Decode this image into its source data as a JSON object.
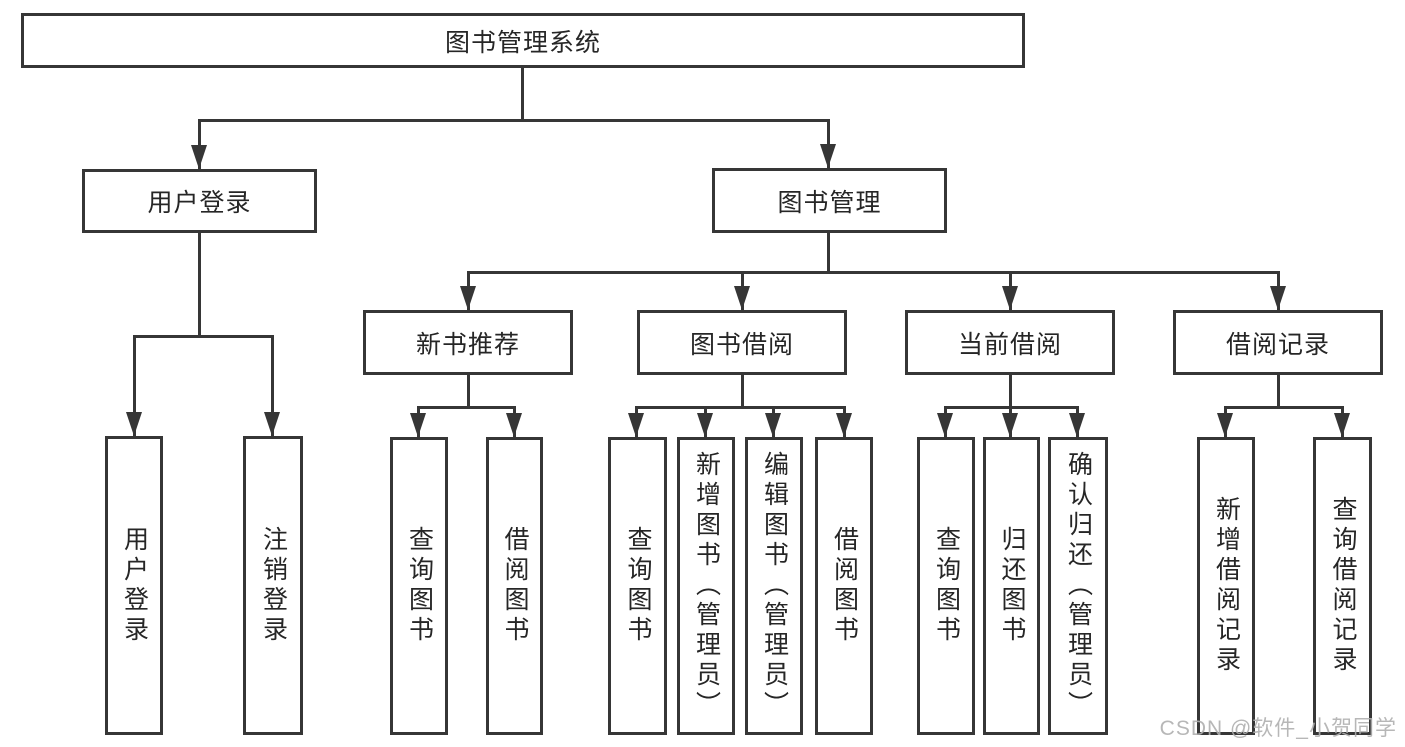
{
  "diagram": {
    "root": "图书管理系统",
    "login_branch": {
      "label": "用户登录",
      "children": [
        "用户登录",
        "注销登录"
      ]
    },
    "mgmt_branch": {
      "label": "图书管理",
      "sections": [
        {
          "label": "新书推荐",
          "children": [
            "查询图书",
            "借阅图书"
          ]
        },
        {
          "label": "图书借阅",
          "children": [
            "查询图书",
            "新增图书（管理员）",
            "编辑图书（管理员）",
            "借阅图书"
          ]
        },
        {
          "label": "当前借阅",
          "children": [
            "查询图书",
            "归还图书",
            "确认归还（管理员）"
          ]
        },
        {
          "label": "借阅记录",
          "children": [
            "新增借阅记录",
            "查询借阅记录"
          ]
        }
      ]
    },
    "watermark": "CSDN @软件_小贺同学"
  },
  "colors": {
    "line": "#363636",
    "text": "#262626",
    "watermark": "#afafaf",
    "background": "#ffffff"
  }
}
